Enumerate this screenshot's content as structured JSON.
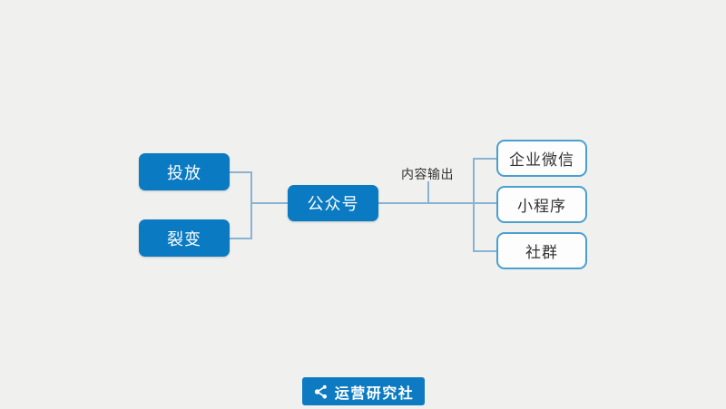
{
  "diagram": {
    "left_nodes": [
      {
        "label": "投放"
      },
      {
        "label": "裂变"
      }
    ],
    "center_node": {
      "label": "公众号"
    },
    "right_nodes": [
      {
        "label": "企业微信"
      },
      {
        "label": "小程序"
      },
      {
        "label": "社群"
      }
    ],
    "edge_label": "内容输出",
    "colors": {
      "background": "#f0f0ee",
      "filled_node_bg": "#0a7ac2",
      "filled_node_text": "#ffffff",
      "outlined_node_border": "#4aa0ce",
      "outlined_node_bg": "#fdfdfd",
      "outlined_node_text": "#333333",
      "connector_line": "#8ab3d2",
      "edge_label_text": "#333333"
    }
  },
  "footer": {
    "logo_text": "运营研究社",
    "logo_bg": "#0d7ac2",
    "logo_icon": "share-nodes-icon"
  }
}
